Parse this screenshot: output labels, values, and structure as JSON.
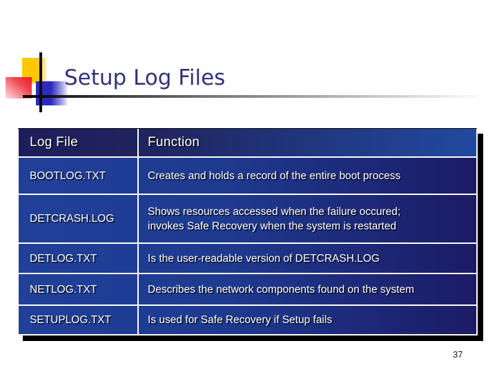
{
  "slide": {
    "title": "Setup Log Files",
    "slide_number": "37"
  },
  "table": {
    "headers": {
      "log_file": "Log File",
      "function": "Function"
    },
    "rows": [
      {
        "file": "BOOTLOG.TXT",
        "function": "Creates and holds a record of the entire boot process"
      },
      {
        "file": "DETCRASH.LOG",
        "function": "Shows resources accessed when the failure occured;\ninvokes Safe Recovery when the system is restarted"
      },
      {
        "file": "DETLOG.TXT",
        "function": "Is the user-readable version of DETCRASH.LOG"
      },
      {
        "file": "NETLOG.TXT",
        "function": "Describes the network components found on the system"
      },
      {
        "file": "SETUPLOG.TXT",
        "function": "Is used for Safe Recovery if Setup fails"
      }
    ]
  },
  "colors": {
    "title_text": "#31317e",
    "header_gradient_left": "#1e1d5c",
    "header_gradient_right": "#2149a0",
    "row_gradient_left": "#204099",
    "row_gradient_right": "#1c1b66",
    "table_border": "#ffffff",
    "table_shadow": "#000000",
    "accent_yellow": "#fdc800",
    "accent_red": "#ed1c24",
    "accent_blue": "#2b2bbd",
    "rule_line_start": "#000000",
    "rule_line_end": "#fbfbfb"
  }
}
